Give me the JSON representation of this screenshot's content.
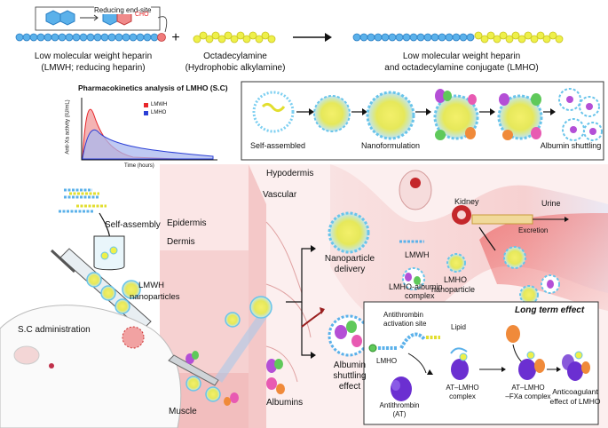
{
  "top": {
    "reducing_end_site": "Reducing end-site",
    "cho": "CHO",
    "lmwh_line1": "Low molecular weight heparin",
    "lmwh_line2": "(LMWH; reducing heparin)",
    "octa_line1": "Octadecylamine",
    "octa_line2": "(Hydrophobic alkylamine)",
    "lmho_line1": "Low molecular weight heparin",
    "lmho_line2": "and octadecylamine conjugate (LMHO)",
    "plus": "+"
  },
  "pk_chart": {
    "title": "Pharmacokinetics analysis of LMHO (S.C)",
    "ylabel": "Anti-Xa activity (IU/mL)",
    "xlabel": "Time (hours)",
    "legend": [
      "LMWH",
      "LMHO"
    ],
    "colors": {
      "LMWH": "#e8262a",
      "LMHO": "#2b3fd6"
    }
  },
  "process": {
    "steps": [
      "Self-assembled",
      "Nanoformulation",
      "Albumin shuttling"
    ]
  },
  "tissue": {
    "hypodermis": "Hypodermis",
    "vascular": "Vascular",
    "epidermis": "Epidermis",
    "dermis": "Dermis",
    "muscle": "Muscle",
    "kidney": "Kidney",
    "urine": "Urine",
    "excretion": "Excretion",
    "self_assembly": "Self-assembly",
    "lmwh_nano_1": "LMWH",
    "lmwh_nano_2": "nanoparticles",
    "sc_admin": "S.C administration",
    "nanoparticle_delivery_1": "Nanoparticle",
    "nanoparticle_delivery_2": "delivery",
    "albumin_shuttling_1": "Albumin",
    "albumin_shuttling_2": "shuttling",
    "albumin_shuttling_3": "effect",
    "albumins": "Albumins",
    "lmwh_label": "LMWH",
    "lmho_np_1": "LMHO",
    "lmho_np_2": "nanoparticle",
    "lmho_alb_1": "LMHO-albumin",
    "lmho_alb_2": "complex"
  },
  "long_term": {
    "title": "Long term effect",
    "antithrombin_site_1": "Antithrombin",
    "antithrombin_site_2": "activation site",
    "lipid": "Lipid",
    "lmho": "LMHO",
    "at_1": "Antithrombin",
    "at_2": "(AT)",
    "at_lmho_1": "AT–LMHO",
    "at_lmho_2": "complex",
    "fxa_1": "AT–LMHO",
    "fxa_2": "–FXa complex",
    "anticoag_1": "Anticoagulant",
    "anticoag_2": "effect of LMHO"
  }
}
